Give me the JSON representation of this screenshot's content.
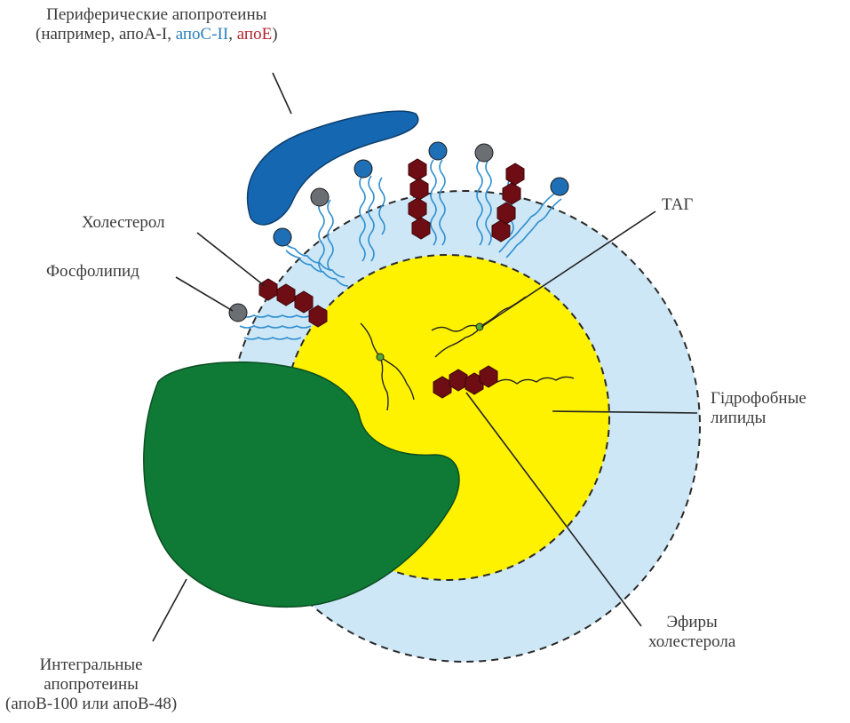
{
  "labels": {
    "peripheral_title": "Периферические апопротеины",
    "peripheral_prefix": "(например, апоА-I, ",
    "peripheral_apoc": "апоС-II",
    "peripheral_sep": ", ",
    "peripheral_apoe": "апоЕ",
    "peripheral_suffix": ")",
    "cholesterol": "Холестерол",
    "phospholipid": "Фосфолипид",
    "tag": "ТАГ",
    "hydrophobic_line1": "Гідрофобные",
    "hydrophobic_line2": "липиды",
    "esters_line1": "Эфиры",
    "esters_line2": "холестерола",
    "integral_line1": "Интегральные",
    "integral_line2": "апопротеины",
    "integral_line3": "(апоВ-100 или апоВ-48)"
  },
  "colors": {
    "shell": "#cde7f6",
    "core": "#fff200",
    "peripheral_protein": "#1467b0",
    "integral_protein": "#0f7a36",
    "phospholipid_head_blue": "#1e6fb6",
    "phospholipid_head_gray": "#6b6f74",
    "cholesterol": "#6e0d14",
    "tails": "#2f8fd0"
  },
  "icons": {
    "peripheral": "peripheral-apoprotein-shape",
    "integral": "integral-apoprotein-shape"
  }
}
